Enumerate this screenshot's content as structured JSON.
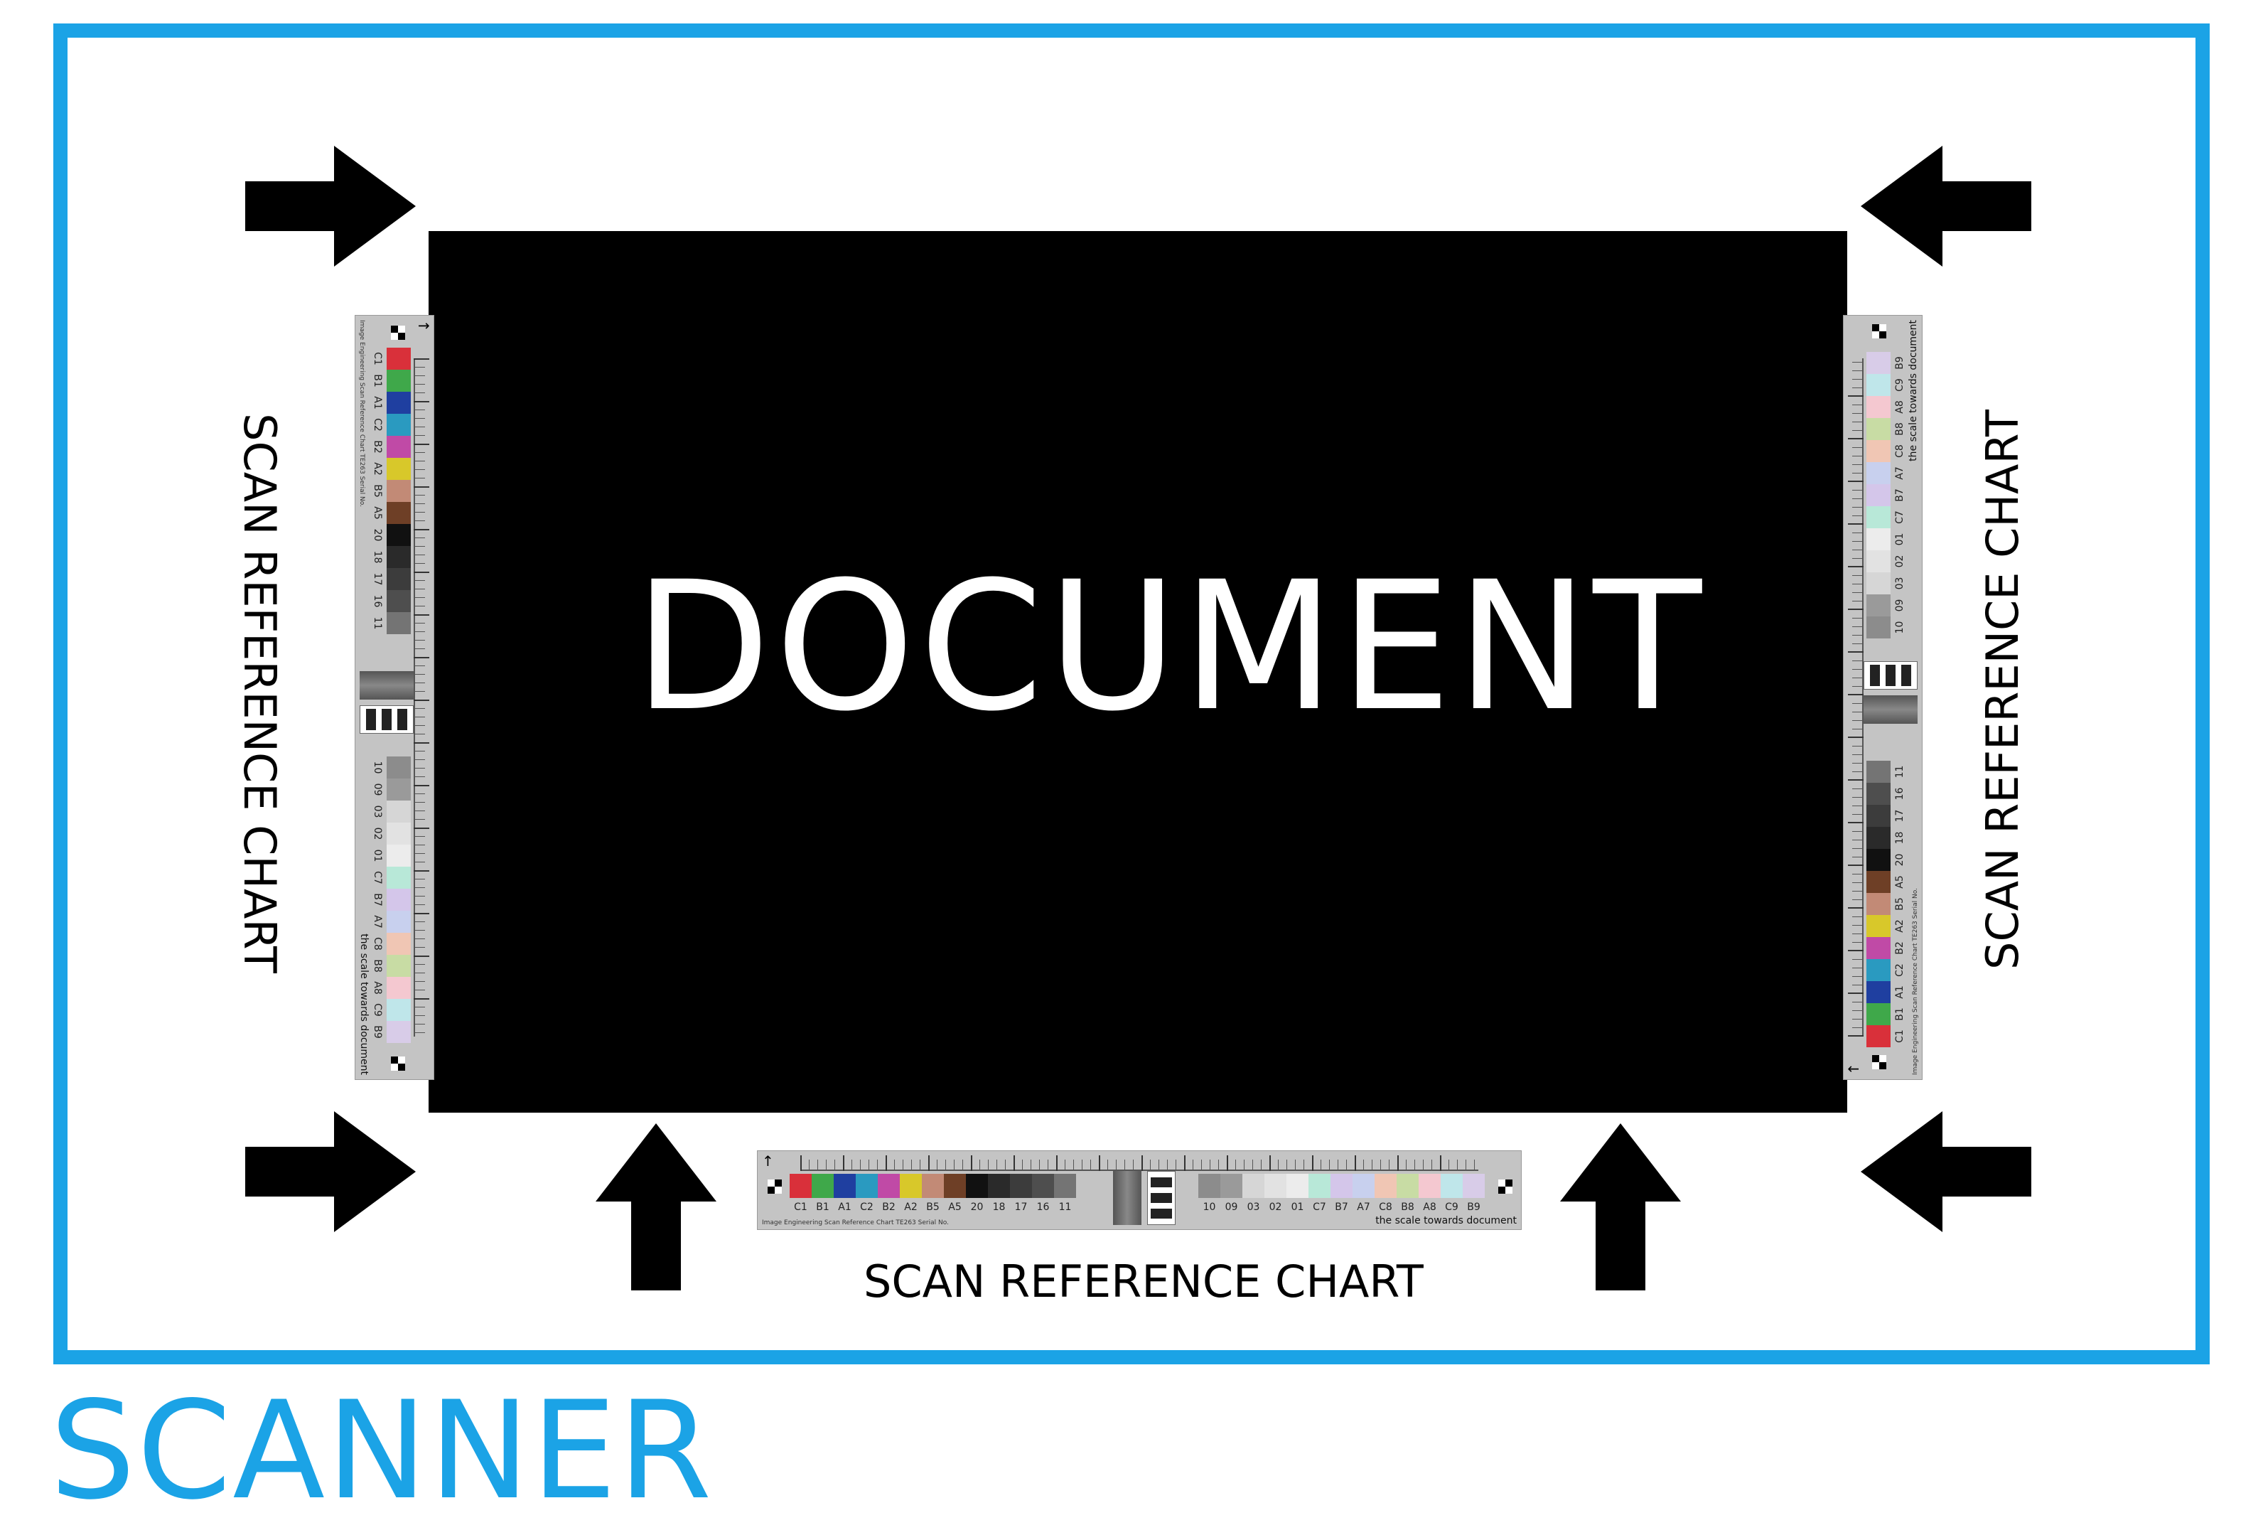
{
  "scanner": {
    "label": "SCANNER",
    "color": "#1ba3e6"
  },
  "document": {
    "label": "DOCUMENT"
  },
  "chart_labels": {
    "left": "SCAN REFERENCE CHART",
    "right": "SCAN REFERENCE CHART",
    "bottom": "SCAN REFERENCE CHART"
  },
  "strip": {
    "note": "the scale towards document",
    "footer": "Image Engineering    Scan Reference Chart  TE263    Serial No.",
    "codes_a": [
      "C1",
      "B1",
      "A1",
      "C2",
      "B2",
      "A2",
      "B5",
      "A5",
      "20",
      "18",
      "17",
      "16",
      "11"
    ],
    "codes_b": [
      "10",
      "09",
      "03",
      "02",
      "01",
      "C7",
      "B7",
      "A7",
      "C8",
      "B8",
      "A8",
      "C9",
      "B9"
    ],
    "colors_a": [
      "#d9303a",
      "#3fa84a",
      "#1f3fa0",
      "#2a9ac0",
      "#c04aa6",
      "#d8c82a",
      "#c28a76",
      "#6e3f26",
      "#111111",
      "#2a2a2a",
      "#3c3c3c",
      "#4e4e4e",
      "#747474"
    ],
    "colors_b": [
      "#8c8c8c",
      "#9a9a9a",
      "#d6d6d6",
      "#e2e2e2",
      "#ececec",
      "#b8e8d8",
      "#d4c6ea",
      "#c8d0ee",
      "#f0c6b4",
      "#c8dca4",
      "#f4c8d0",
      "#bfe6ea",
      "#d8cce8"
    ]
  },
  "arrows": {
    "color": "#000000",
    "icon": "arrow-icon"
  }
}
